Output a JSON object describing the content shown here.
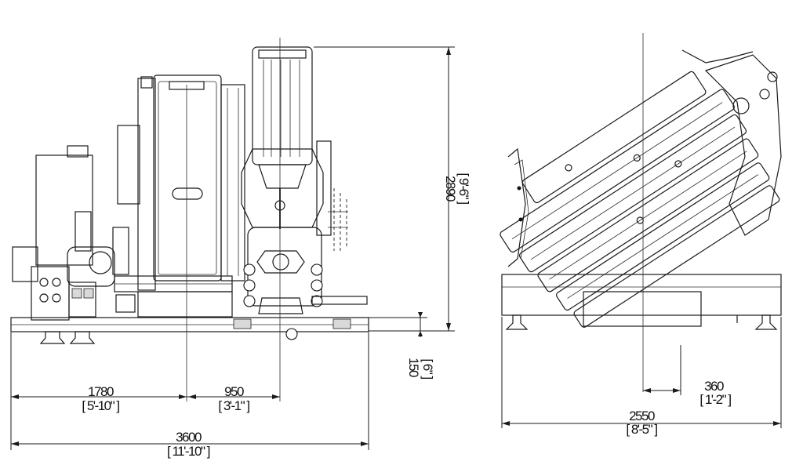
{
  "dimensions": {
    "overall_length": {
      "metric": "3600",
      "imperial": "[ 11'-10\" ]"
    },
    "rear_offset": {
      "metric": "1780",
      "imperial": "[ 5'-10\" ]"
    },
    "column_offset": {
      "metric": "950",
      "imperial": "[ 3'-1\" ]"
    },
    "overall_height": {
      "metric": "2890",
      "imperial": "[ 9'-6\" ]"
    },
    "frame_height": {
      "metric": "150",
      "imperial": "[ 6\" ]"
    },
    "side_offset": {
      "metric": "360",
      "imperial": "[ 1'-2\" ]"
    },
    "overall_width": {
      "metric": "2550",
      "imperial": "[ 8'-5\" ]"
    }
  }
}
